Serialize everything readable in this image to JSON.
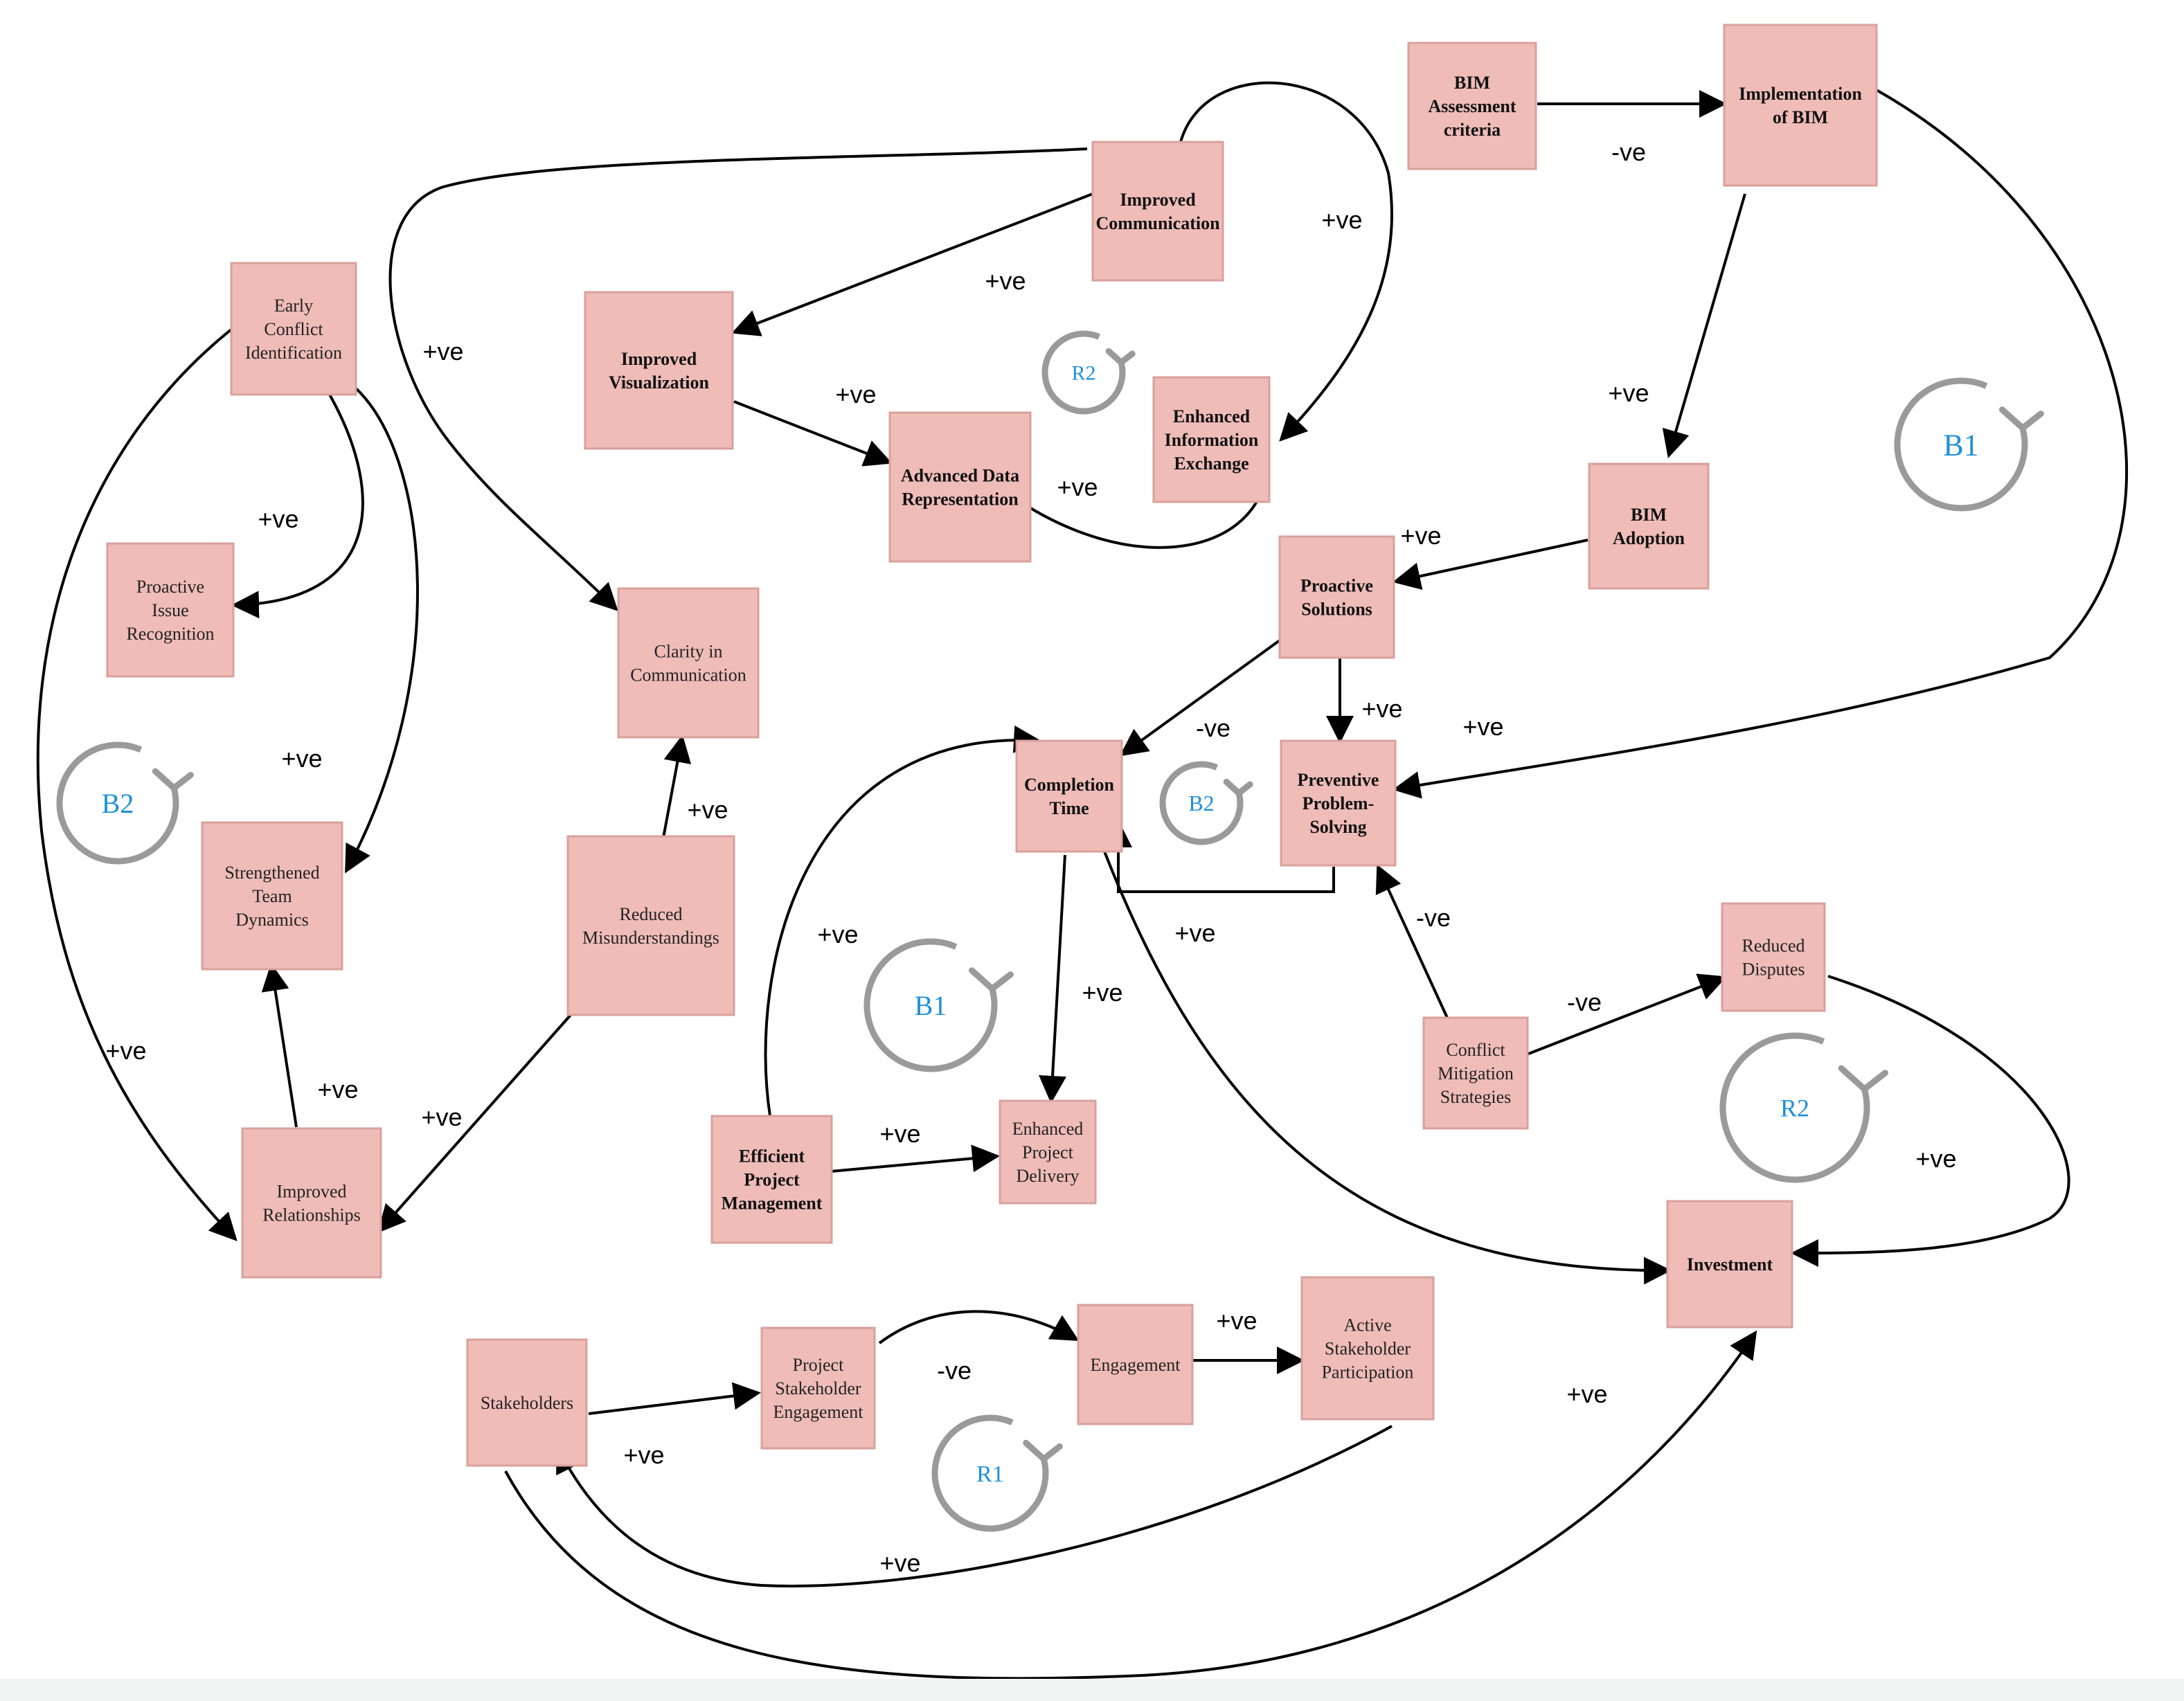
{
  "colors": {
    "node_fill": "#efbcb8",
    "node_border": "#d9a19c",
    "edge": "#000000",
    "loop_arrow": "#9a9a9a",
    "loop_label": "#1e8fd8"
  },
  "nodes": {
    "bim_assessment": [
      "BIM",
      "Assessment",
      "criteria"
    ],
    "implementation_bim": [
      "Implementation",
      "of BIM"
    ],
    "improved_communication": [
      "Improved",
      "Communication"
    ],
    "early_conflict": [
      "Early",
      "Conflict",
      "Identification"
    ],
    "improved_visualization": [
      "Improved",
      "Visualization"
    ],
    "advanced_data": [
      "Advanced Data",
      "Representation"
    ],
    "enhanced_info": [
      "Enhanced",
      "Information",
      "Exchange"
    ],
    "proactive_issue": [
      "Proactive",
      "Issue",
      "Recognition"
    ],
    "clarity": [
      "Clarity in",
      "Communication"
    ],
    "bim_adoption": [
      "BIM",
      "Adoption"
    ],
    "proactive_solutions": [
      "Proactive",
      "Solutions"
    ],
    "completion_time": [
      "Completion",
      "Time"
    ],
    "preventive": [
      "Preventive",
      "Problem-",
      "Solving"
    ],
    "strengthened_team": [
      "Strengthened",
      "Team",
      "Dynamics"
    ],
    "reduced_misunderstandings": [
      "Reduced",
      "Misunderstandings"
    ],
    "reduced_disputes": [
      "Reduced",
      "Disputes"
    ],
    "conflict_mitigation": [
      "Conflict",
      "Mitigation",
      "Strategies"
    ],
    "efficient_pm": [
      "Efficient",
      "Project",
      "Management"
    ],
    "enhanced_delivery": [
      "Enhanced",
      "Project",
      "Delivery"
    ],
    "improved_relationships": [
      "Improved",
      "Relationships"
    ],
    "investment": [
      "Investment"
    ],
    "stakeholders": [
      "Stakeholders"
    ],
    "project_stakeholder": [
      "Project",
      "Stakeholder",
      "Engagement"
    ],
    "engagement": [
      "Engagement"
    ],
    "active_stakeholder": [
      "Active",
      "Stakeholder",
      "Participation"
    ]
  },
  "edge_labels": {
    "assess_impl": "-ve",
    "impl_adoption": "+ve",
    "comm_loop": "+ve",
    "comm_vis": "+ve",
    "comm_clarity": "+ve",
    "vis_adv": "+ve",
    "enh_adv": "+ve",
    "early_issue": "+ve",
    "early_team": "+ve",
    "early_rel": "+ve",
    "adopt_proactive": "+ve",
    "proactive_prev": "+ve",
    "proactive_completion": "-ve",
    "impl_prev": "+ve",
    "misund_clarity": "+ve",
    "misund_rel": "+ve",
    "rel_team": "+ve",
    "efficient_completion": "+ve",
    "completion_delivery": "+ve",
    "completion_investment": "+ve",
    "cms_prev": "-ve",
    "cms_disputes": "-ve",
    "disputes_investment": "+ve",
    "efficient_delivery": "+ve",
    "stake_pse": "+ve",
    "pse_eng": "-ve",
    "eng_active": "+ve",
    "stake_investment": "+ve",
    "active_stake": "+ve"
  },
  "loops": {
    "r2_top": "R2",
    "b1_right": "B1",
    "b2_left": "B2",
    "b2_mid": "B2",
    "b1_center": "B1",
    "r2_right": "R2",
    "r1_bottom": "R1"
  }
}
